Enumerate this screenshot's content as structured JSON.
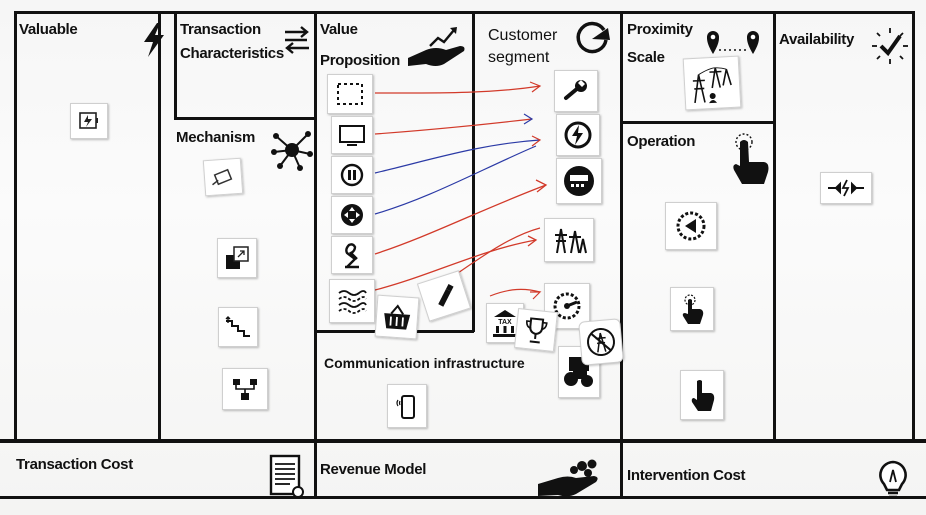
{
  "board": {
    "sections": {
      "valuable": "Valuable",
      "transaction_characteristics_line1": "Transaction",
      "transaction_characteristics_line2": "Characteristics",
      "value_proposition_line1": "Value",
      "value_proposition_line2": "Proposition",
      "customer_segment_line1": "Customer",
      "customer_segment_line2": "segment",
      "proximity_scale_line1": "Proximity",
      "proximity_scale_line2": "Scale",
      "availability": "Availability",
      "mechanism": "Mechanism",
      "operation": "Operation",
      "communication_infrastructure": "Communication infrastructure",
      "transaction_cost": "Transaction Cost",
      "revenue_model": "Revenue Model",
      "intervention_cost": "Intervention Cost"
    },
    "tax_card_text": "TAX"
  },
  "colors": {
    "line": "#111111",
    "paper": "#f8f8f8",
    "arrow_red": "#d23a2a",
    "arrow_blue": "#2b3aa6"
  },
  "icons": [
    "lightning-icon",
    "swap-arrows-icon",
    "hand-growth-icon",
    "refresh-circle-icon",
    "location-pins-icon",
    "checkmark-burst-icon",
    "network-nodes-icon",
    "touch-hand-icon",
    "document-icon",
    "hand-coins-icon",
    "lightbulb-icon"
  ]
}
